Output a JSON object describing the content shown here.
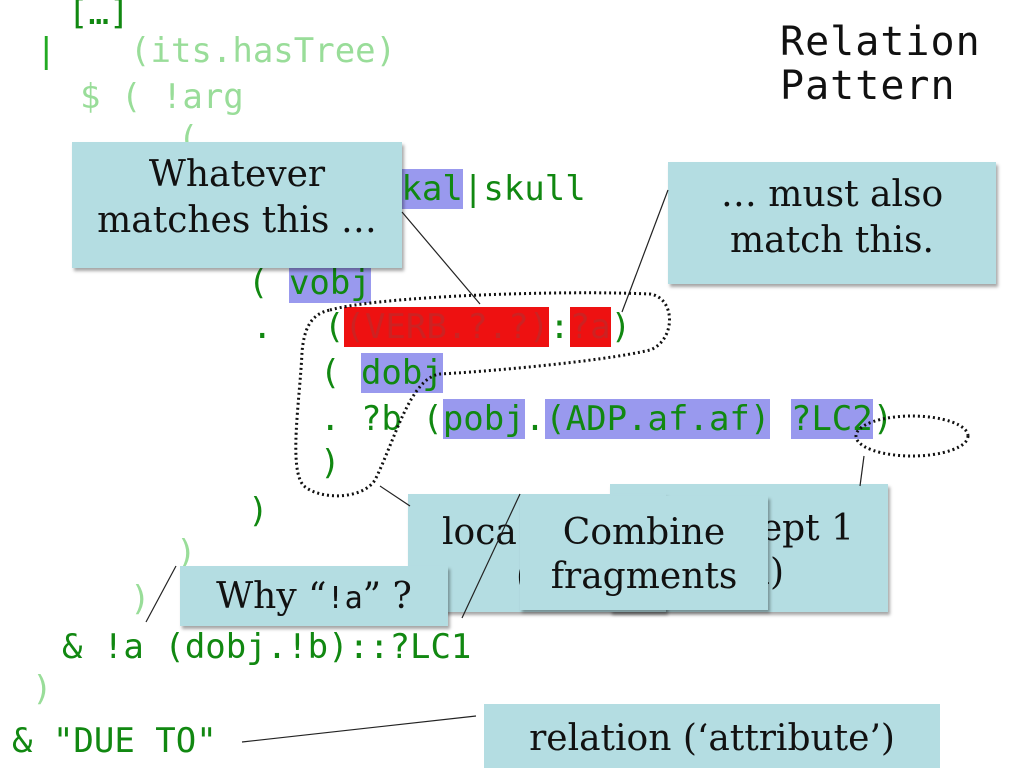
{
  "title": {
    "line1": "Relation",
    "line2": "Pattern"
  },
  "code": {
    "l_ellipsis": "[…]",
    "l_bar": "|",
    "l_hastree": "(its.hasTree)",
    "l_arg": "$ ( !arg",
    "l_open": "(",
    "l_skal_pre": "?.",
    "l_skal": "skal",
    "l_skall_rest": "|skull",
    "l_vobj_open": "( ",
    "l_vobj": "vobj",
    "l_dot": ".",
    "l_paren_open": "(",
    "l_verb": "(VERB.?.?)",
    "l_colon": ":",
    "l_qa": "?a",
    "l_paren_close": ")",
    "l_dobj_open": "( ",
    "l_dobj": "dobj",
    "l_b_pre": ". ?b (",
    "l_pobj": "pobj",
    "l_pobj_dot": ".",
    "l_adp": "(ADP.af.af)",
    "l_lc2": "?LC2",
    "l_lc2_close": ")",
    "l_close1": ")",
    "l_close2": ")",
    "l_close3": ")",
    "l_close4": ")",
    "l_and_a": "& !a (dobj.!b)::?LC1",
    "l_close5": ")",
    "l_due": "& \"DUE TO\""
  },
  "callouts": {
    "whatever_l1": "Whatever",
    "whatever_l2": "matches this …",
    "must_l1": "… must also",
    "must_l2": "match this.",
    "concept_l1": "concept 1",
    "concept_l2": "(l)",
    "local_l1": "loca",
    "local_l2": "(",
    "combine_l1": "Combine",
    "combine_l2": "fragments",
    "why_pre": "Why “",
    "why_code": "!a",
    "why_post": "” ?",
    "relation": "relation (‘attribute’)"
  },
  "colors": {
    "code_green": "#118811",
    "faded_green": "#99dd99",
    "highlight_blue": "#9999ee",
    "highlight_red": "#ee1111",
    "callout_bg": "#b4dde2"
  }
}
